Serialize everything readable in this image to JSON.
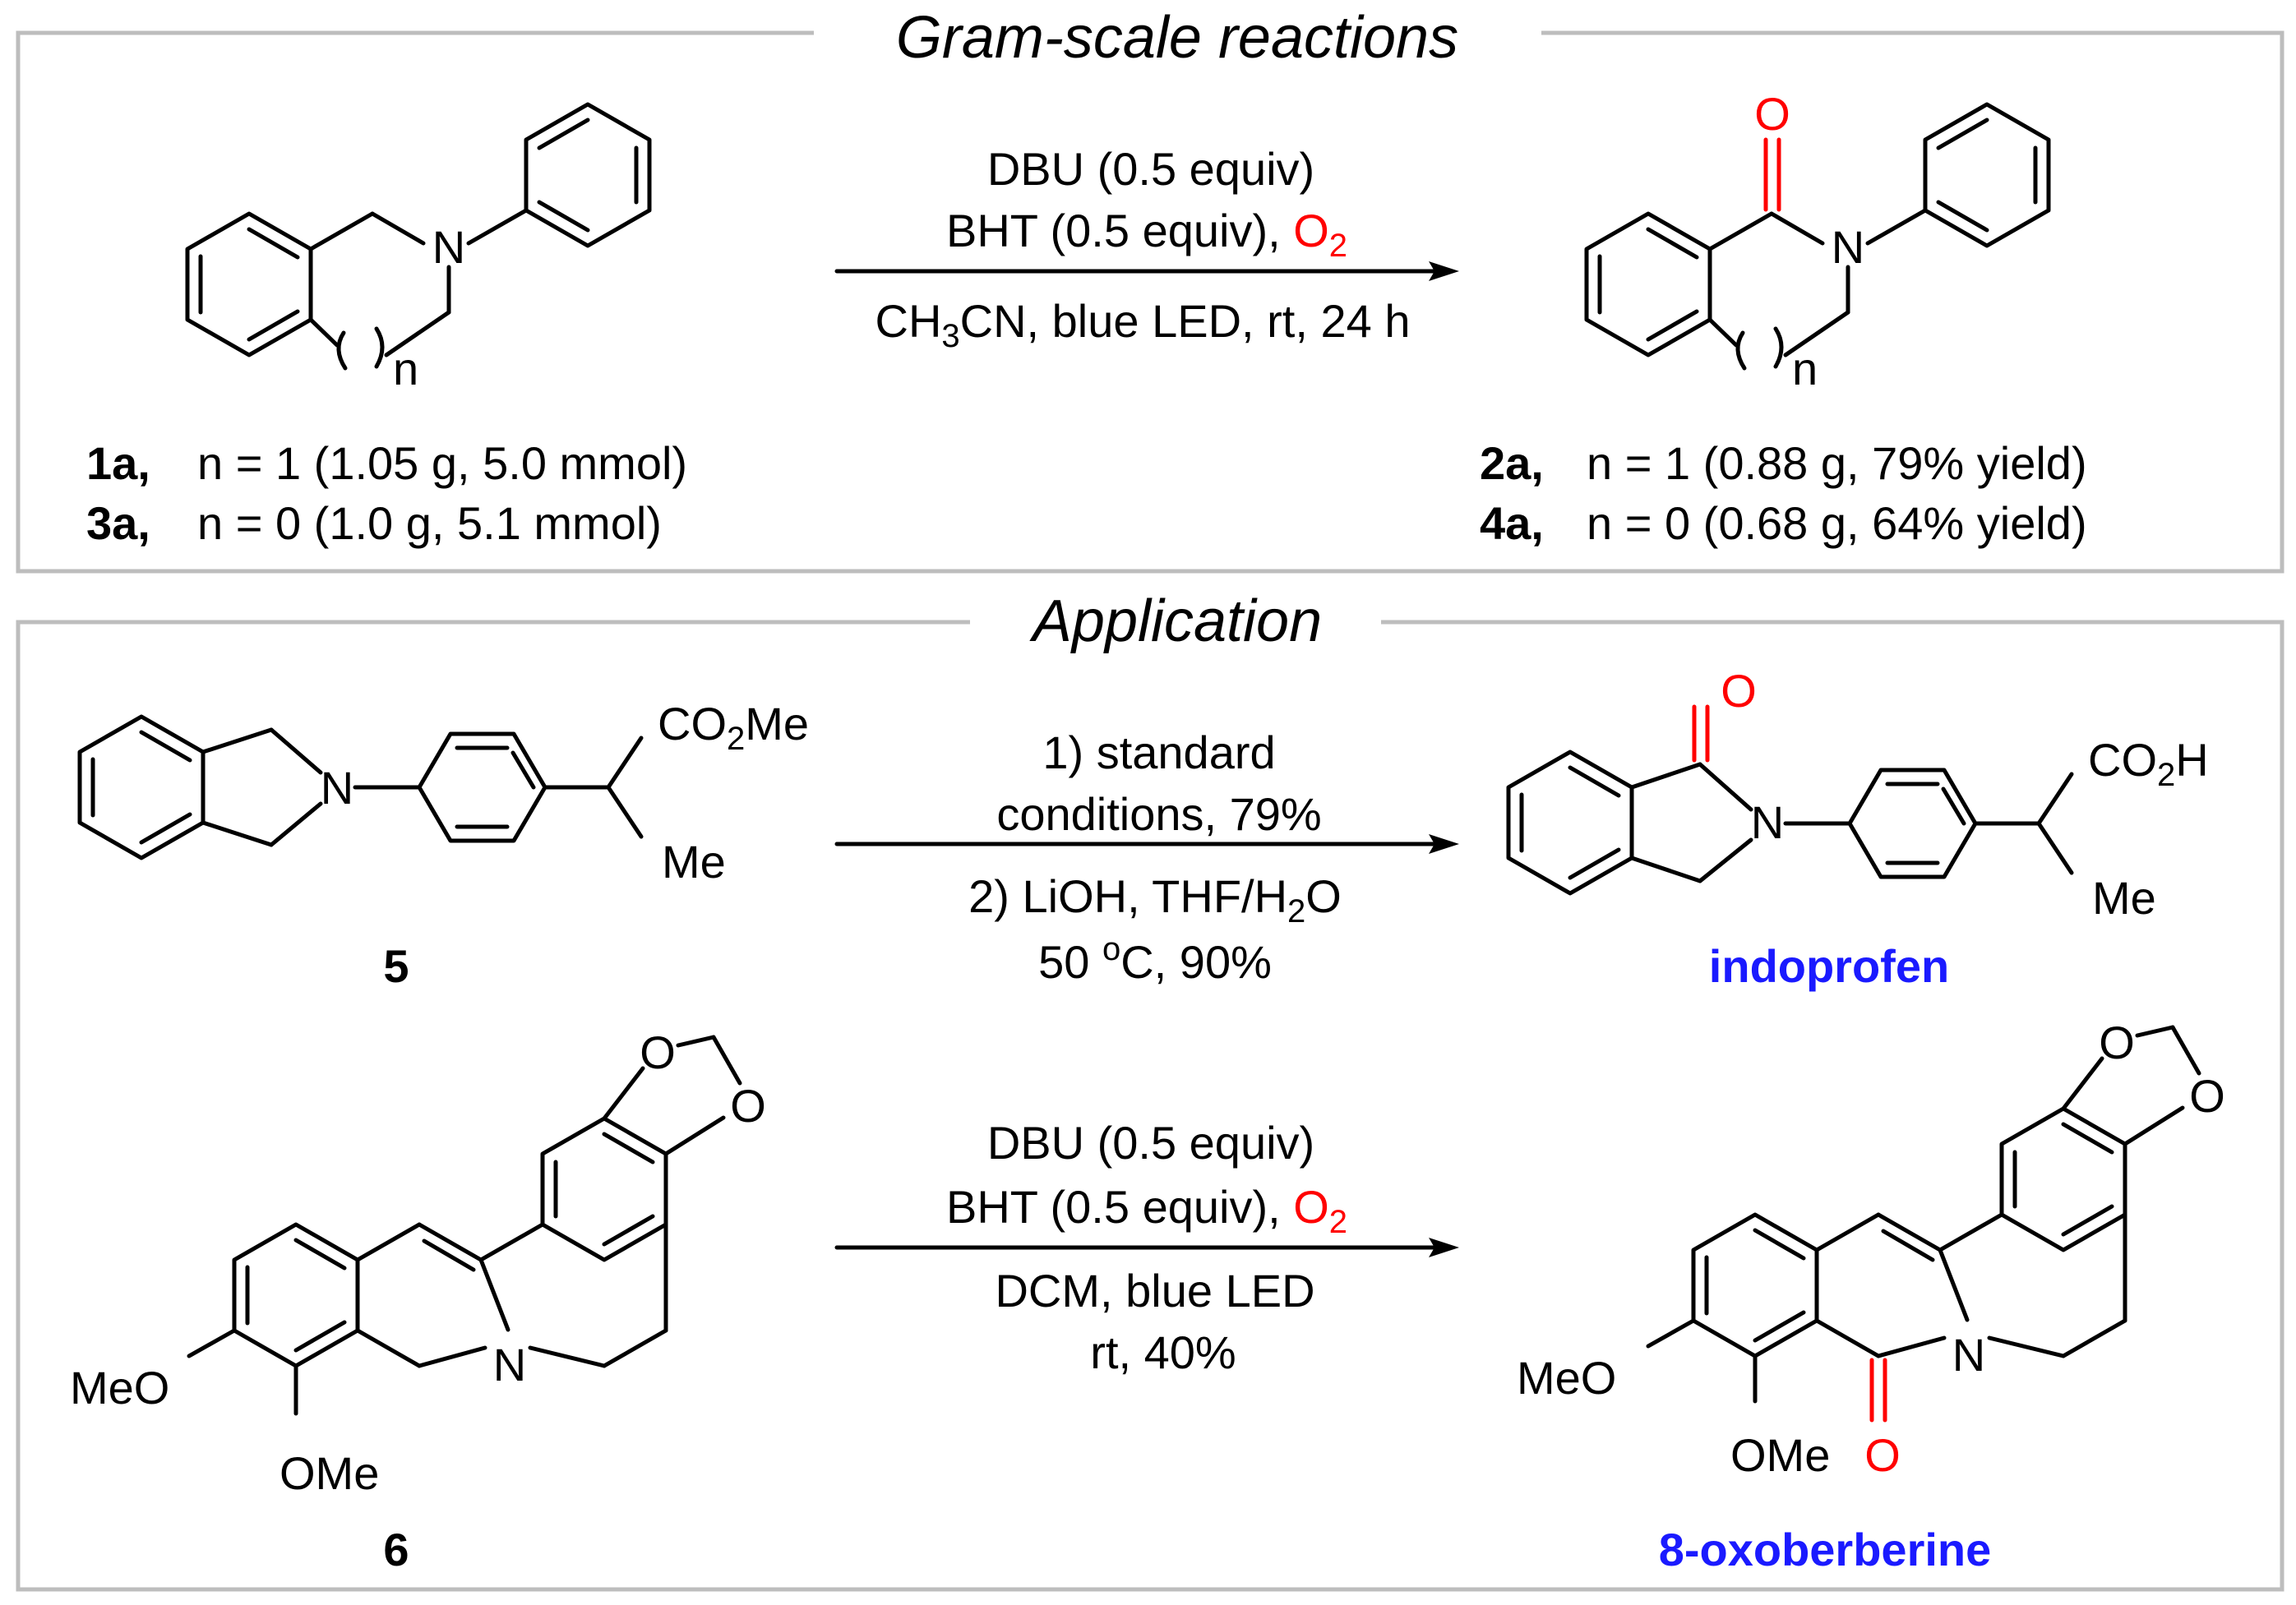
{
  "panels": {
    "gram_title": "Gram-scale reactions",
    "app_title": "Application"
  },
  "reaction1": {
    "cond1": "DBU (0.5 equiv)",
    "cond2_prefix": "BHT (0.5 equiv), ",
    "cond2_o2": "O",
    "cond2_o2_sub": "2",
    "cond3_a": "CH",
    "cond3_sub": "3",
    "cond3_b": "CN, blue LED, rt, 24 h",
    "sm_line1_id": "1a,",
    "sm_line1_text": "n = 1 (1.05 g, 5.0 mmol)",
    "sm_line2_id": "3a,",
    "sm_line2_text": "n = 0 (1.0 g, 5.1 mmol)",
    "pr_line1_id": "2a,",
    "pr_line1_text": "n = 1 (0.88 g, 79% yield)",
    "pr_line2_id": "4a,",
    "pr_line2_text": "n = 0 (0.68 g, 64% yield)"
  },
  "reaction2": {
    "cond1": "1) standard",
    "cond2": "conditions, 79%",
    "cond3_a": "2) LiOH, THF/H",
    "cond3_sub": "2",
    "cond3_b": "O",
    "cond4_a": "50 ",
    "cond4_sup": "o",
    "cond4_b": "C, 90%",
    "sm_label": "5",
    "product_name": "indoprofen"
  },
  "reaction3": {
    "cond1": "DBU (0.5 equiv)",
    "cond2_prefix": "BHT (0.5 equiv), ",
    "cond2_o2": "O",
    "cond2_o2_sub": "2",
    "cond3": "DCM, blue LED",
    "cond4": "rt, 40%",
    "sm_label": "6",
    "product_name": "8-oxoberberine"
  },
  "atoms": {
    "N": "N",
    "O": "O",
    "n": "n",
    "CO2Me_a": "CO",
    "CO2Me_sub": "2",
    "CO2Me_b": "Me",
    "CO2H_a": "CO",
    "CO2H_sub": "2",
    "CO2H_b": "H",
    "Me": "Me",
    "MeO": "MeO",
    "OMe": "OMe"
  },
  "colors": {
    "frame": "#bdbdbd",
    "oxygen": "#ff0000",
    "name": "#1a1aff"
  }
}
